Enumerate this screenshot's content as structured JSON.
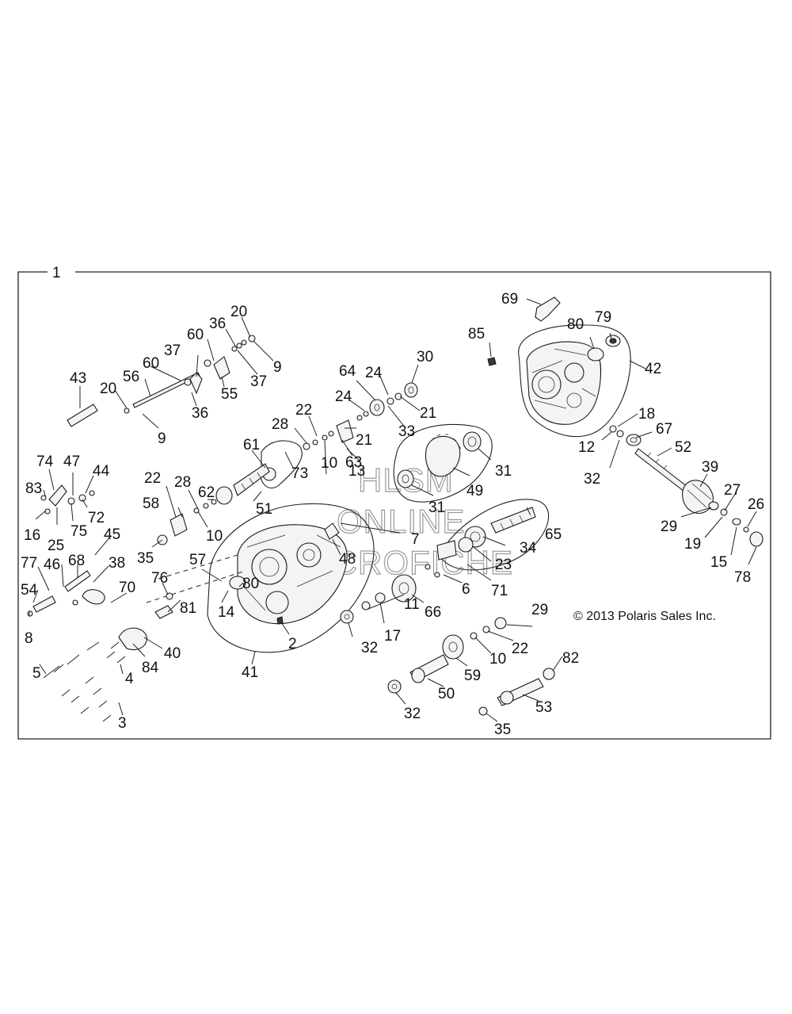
{
  "assembly_number": "1",
  "copyright": "© 2013 Polaris Sales Inc.",
  "watermark": [
    "HLSM",
    "ONLINE",
    "MICROFICHE"
  ],
  "part_labels": [
    {
      "id": "p69",
      "text": "69"
    },
    {
      "id": "p85",
      "text": "85"
    },
    {
      "id": "p80a",
      "text": "80"
    },
    {
      "id": "p79",
      "text": "79"
    },
    {
      "id": "p42",
      "text": "42"
    },
    {
      "id": "p18",
      "text": "18"
    },
    {
      "id": "p12",
      "text": "12"
    },
    {
      "id": "p67",
      "text": "67"
    },
    {
      "id": "p32a",
      "text": "32"
    },
    {
      "id": "p52",
      "text": "52"
    },
    {
      "id": "p39",
      "text": "39"
    },
    {
      "id": "p27",
      "text": "27"
    },
    {
      "id": "p26",
      "text": "26"
    },
    {
      "id": "p29a",
      "text": "29"
    },
    {
      "id": "p19",
      "text": "19"
    },
    {
      "id": "p15",
      "text": "15"
    },
    {
      "id": "p78",
      "text": "78"
    },
    {
      "id": "p20a",
      "text": "20"
    },
    {
      "id": "p36a",
      "text": "36"
    },
    {
      "id": "p60a",
      "text": "60"
    },
    {
      "id": "p37a",
      "text": "37"
    },
    {
      "id": "p9a",
      "text": "9"
    },
    {
      "id": "p60b",
      "text": "60"
    },
    {
      "id": "p37b",
      "text": "37"
    },
    {
      "id": "p55",
      "text": "55"
    },
    {
      "id": "p36b",
      "text": "36"
    },
    {
      "id": "p43",
      "text": "43"
    },
    {
      "id": "p20b",
      "text": "20"
    },
    {
      "id": "p56",
      "text": "56"
    },
    {
      "id": "p9b",
      "text": "9"
    },
    {
      "id": "p30",
      "text": "30"
    },
    {
      "id": "p64",
      "text": "64"
    },
    {
      "id": "p24a",
      "text": "24"
    },
    {
      "id": "p24b",
      "text": "24"
    },
    {
      "id": "p21a",
      "text": "21"
    },
    {
      "id": "p33",
      "text": "33"
    },
    {
      "id": "p22a",
      "text": "22"
    },
    {
      "id": "p28a",
      "text": "28"
    },
    {
      "id": "p21b",
      "text": "21"
    },
    {
      "id": "p10a",
      "text": "10"
    },
    {
      "id": "p63",
      "text": "63"
    },
    {
      "id": "p13",
      "text": "13"
    },
    {
      "id": "p61",
      "text": "61"
    },
    {
      "id": "p73",
      "text": "73"
    },
    {
      "id": "p31a",
      "text": "31"
    },
    {
      "id": "p49",
      "text": "49"
    },
    {
      "id": "p31b",
      "text": "31"
    },
    {
      "id": "p74",
      "text": "74"
    },
    {
      "id": "p47",
      "text": "47"
    },
    {
      "id": "p44",
      "text": "44"
    },
    {
      "id": "p83",
      "text": "83"
    },
    {
      "id": "p72",
      "text": "72"
    },
    {
      "id": "p16",
      "text": "16"
    },
    {
      "id": "p25",
      "text": "25"
    },
    {
      "id": "p75",
      "text": "75"
    },
    {
      "id": "p22b",
      "text": "22"
    },
    {
      "id": "p28b",
      "text": "28"
    },
    {
      "id": "p62",
      "text": "62"
    },
    {
      "id": "p51",
      "text": "51"
    },
    {
      "id": "p58",
      "text": "58"
    },
    {
      "id": "p10b",
      "text": "10"
    },
    {
      "id": "p45",
      "text": "45"
    },
    {
      "id": "p35a",
      "text": "35"
    },
    {
      "id": "p57",
      "text": "57"
    },
    {
      "id": "p7",
      "text": "7"
    },
    {
      "id": "p65",
      "text": "65"
    },
    {
      "id": "p34",
      "text": "34"
    },
    {
      "id": "p77",
      "text": "77"
    },
    {
      "id": "p46",
      "text": "46"
    },
    {
      "id": "p68",
      "text": "68"
    },
    {
      "id": "p38",
      "text": "38"
    },
    {
      "id": "p48",
      "text": "48"
    },
    {
      "id": "p23",
      "text": "23"
    },
    {
      "id": "p54",
      "text": "54"
    },
    {
      "id": "p76",
      "text": "76"
    },
    {
      "id": "p70",
      "text": "70"
    },
    {
      "id": "p14",
      "text": "14"
    },
    {
      "id": "p80b",
      "text": "80"
    },
    {
      "id": "p6",
      "text": "6"
    },
    {
      "id": "p71",
      "text": "71"
    },
    {
      "id": "p8",
      "text": "8"
    },
    {
      "id": "p81",
      "text": "81"
    },
    {
      "id": "p66",
      "text": "66"
    },
    {
      "id": "p40",
      "text": "40"
    },
    {
      "id": "p2",
      "text": "2"
    },
    {
      "id": "p32b",
      "text": "32"
    },
    {
      "id": "p17",
      "text": "17"
    },
    {
      "id": "p11",
      "text": "11"
    },
    {
      "id": "p29b",
      "text": "29"
    },
    {
      "id": "p22c",
      "text": "22"
    },
    {
      "id": "p10c",
      "text": "10"
    },
    {
      "id": "p84",
      "text": "84"
    },
    {
      "id": "p5",
      "text": "5"
    },
    {
      "id": "p4",
      "text": "4"
    },
    {
      "id": "p41",
      "text": "41"
    },
    {
      "id": "p59",
      "text": "59"
    },
    {
      "id": "p82",
      "text": "82"
    },
    {
      "id": "p50",
      "text": "50"
    },
    {
      "id": "p53",
      "text": "53"
    },
    {
      "id": "p32c",
      "text": "32"
    },
    {
      "id": "p3",
      "text": "3"
    },
    {
      "id": "p35b",
      "text": "35"
    }
  ]
}
